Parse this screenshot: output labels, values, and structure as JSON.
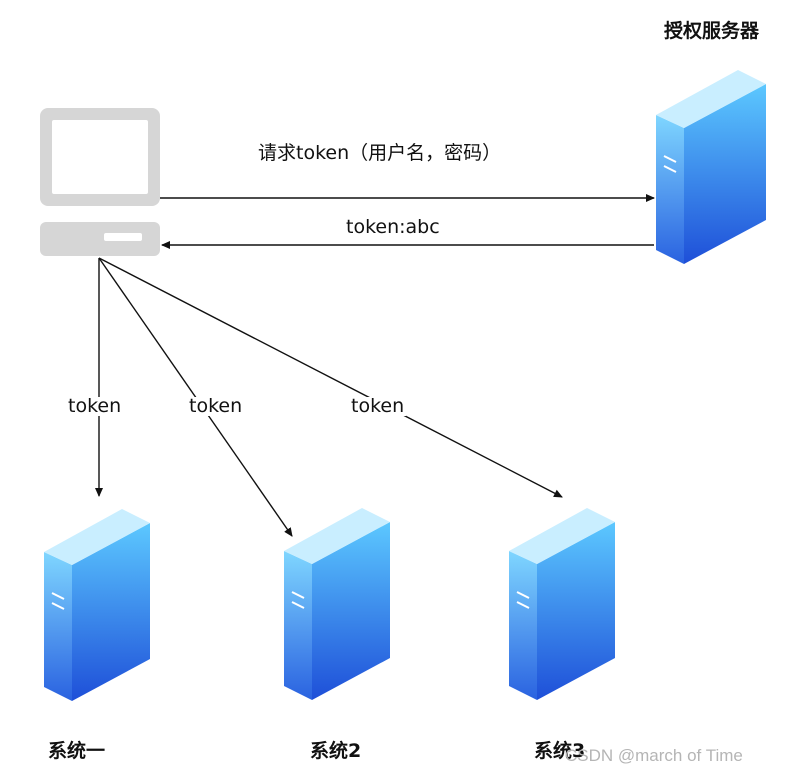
{
  "auth_server": {
    "label": "授权服务器"
  },
  "arrows": {
    "request": "请求token（用户名，密码）",
    "response": "token:abc",
    "to_system1": "token",
    "to_system2": "token",
    "to_system3": "token"
  },
  "systems": [
    {
      "label": "系统一"
    },
    {
      "label": "系统2"
    },
    {
      "label": "系统3"
    }
  ],
  "watermark": "CSDN @march of Time",
  "colors": {
    "server_front_top": "#5cc8ff",
    "server_front_bottom": "#1e4fd8",
    "server_side": "#3a8cf0",
    "server_top": "#c9eeff",
    "computer": "#d6d6d6",
    "arrow": "#111111"
  }
}
